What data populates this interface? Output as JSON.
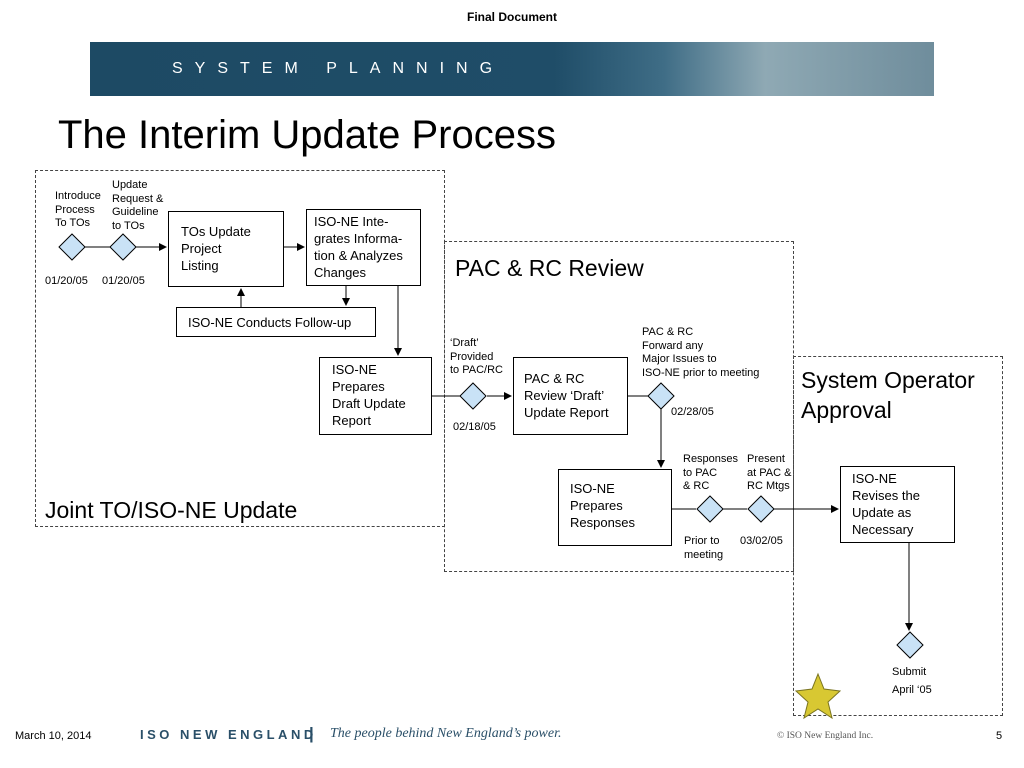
{
  "header": {
    "note": "Final Document",
    "banner_text": "SYSTEM PLANNING"
  },
  "slide": {
    "title": "The Interim Update Process"
  },
  "regions": {
    "joint": "Joint TO/ISO-NE Update",
    "pac": "PAC & RC Review",
    "so": [
      "System Operator",
      "Approval"
    ]
  },
  "boxes": {
    "tos_update": [
      "TOs Update",
      "Project",
      "Listing"
    ],
    "iso_integrates": [
      "ISO-NE Inte-",
      "grates Informa-",
      "tion & Analyzes",
      "Changes"
    ],
    "follow_up": "ISO-NE Conducts Follow-up",
    "prepares_draft": [
      "ISO-NE",
      "Prepares",
      "Draft Update",
      "Report"
    ],
    "pac_review": [
      "PAC & RC",
      "Review ‘Draft’",
      "Update Report"
    ],
    "prepares_responses": [
      "ISO-NE",
      "Prepares",
      "Responses"
    ],
    "revises": [
      "ISO-NE",
      "Revises the",
      "Update as",
      "Necessary"
    ]
  },
  "milestones": {
    "introduce": {
      "label": [
        "Introduce",
        "Process",
        "To TOs"
      ],
      "date": "01/20/05"
    },
    "update_request": {
      "label": [
        "Update",
        "Request &",
        "Guideline",
        "to TOs"
      ],
      "date": "01/20/05"
    },
    "draft_provided": {
      "label": [
        "‘Draft’",
        "Provided",
        "to PAC/RC"
      ],
      "date": "02/18/05"
    },
    "forward_issues": {
      "label": [
        "PAC & RC",
        "Forward any",
        "Major Issues to",
        "ISO-NE prior to meeting"
      ],
      "date": "02/28/05"
    },
    "responses": {
      "label": [
        "Responses",
        "to PAC",
        "& RC"
      ],
      "date": [
        "Prior to",
        "meeting"
      ]
    },
    "present": {
      "label": [
        "Present",
        "at PAC &",
        "RC Mtgs"
      ],
      "date": "03/02/05"
    },
    "submit": {
      "label": "Submit",
      "date": "April ‘05"
    }
  },
  "footer": {
    "date": "March 10, 2014",
    "brand": "ISO NEW ENGLAND",
    "separator": "|",
    "tagline": "The people behind New England’s power.",
    "copyright": "© ISO New England Inc.",
    "page": "5"
  },
  "colors": {
    "diamond_fill": "#c9e2f6",
    "banner": "#1f4d68",
    "star": "#d8c832"
  }
}
